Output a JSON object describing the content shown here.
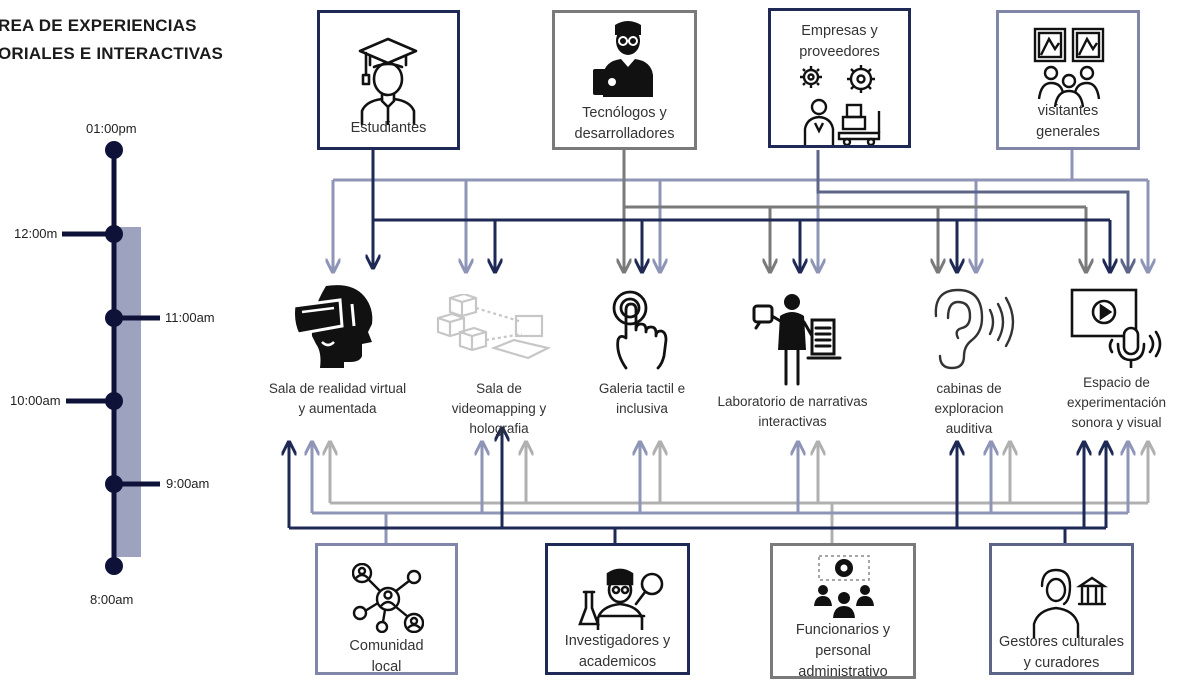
{
  "title": {
    "line1": "REA DE EXPERIENCIAS",
    "line2": "ORIALES E INTERACTIVAS"
  },
  "timeline": {
    "labels": [
      "01:00pm",
      "12:00m",
      "11:00am",
      "10:00am",
      "9:00am",
      "8:00am"
    ]
  },
  "top_actors": [
    {
      "name": "Estudiantes",
      "icon": "graduate-icon"
    },
    {
      "name": "Tecnólogos y desarrolladores",
      "line1": "Tecnólogos y",
      "line2": "desarrolladores",
      "icon": "developer-laptop-icon"
    },
    {
      "name": "Empresas y proveedores",
      "line1": "Empresas y",
      "line2": "proveedores",
      "icon": "industry-gears-icon"
    },
    {
      "name": "visitantes generales",
      "line1": "visitantes",
      "line2": "generales",
      "icon": "gallery-visitors-icon"
    }
  ],
  "rooms": [
    {
      "line1": "Sala de realidad virtual",
      "line2": "y aumentada",
      "icon": "vr-headset-icon"
    },
    {
      "line1": "Sala de",
      "line2": "videomapping y",
      "line3": "holografia",
      "icon": "projection-mapping-icon"
    },
    {
      "line1": "Galeria tactil e",
      "line2": "inclusiva",
      "icon": "touch-hand-icon"
    },
    {
      "line1": "Laboratorio de narrativas",
      "line2": "interactivas",
      "icon": "storyteller-icon"
    },
    {
      "line1": "cabinas de",
      "line2": "exploracion",
      "line3": "auditiva",
      "icon": "ear-sound-icon"
    },
    {
      "line1": "Espacio de",
      "line2": "experimentación",
      "line3": "sonora y visual",
      "icon": "screen-microphone-icon"
    }
  ],
  "bottom_actors": [
    {
      "line1": "Comunidad",
      "line2": "local",
      "icon": "community-network-icon"
    },
    {
      "line1": "Investigadores y",
      "line2": "academicos",
      "icon": "researcher-icon"
    },
    {
      "line1": "Funcionarios y",
      "line2": "personal",
      "line3": "administrativo",
      "icon": "staff-team-icon"
    },
    {
      "line1": "Gestores culturales",
      "line2": "y curadores",
      "icon": "curator-museum-icon"
    }
  ],
  "colors": {
    "navy": "#1e2a55",
    "gray": "#7a7a7a",
    "slate": "#5c6488",
    "light_slate": "#8e95b6",
    "light_gray": "#b0b0b0",
    "timeline_band": "#9da3bf"
  }
}
